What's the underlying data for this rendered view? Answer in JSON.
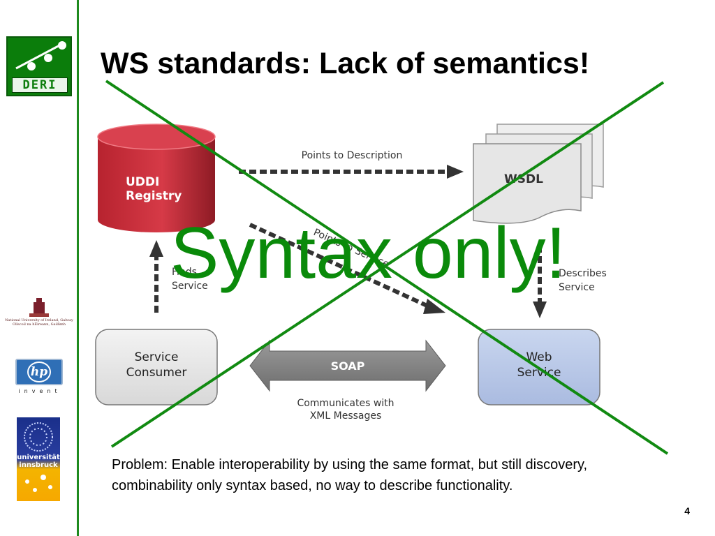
{
  "slide": {
    "title": "WS standards: Lack of semantics!",
    "overlay_text": "Syntax only!",
    "problem_text": "Problem: Enable interoperability by using the same format, but still discovery, combinability only syntax based, no way to describe functionality.",
    "page_number": "4"
  },
  "sidebar": {
    "deri_logo_text": "DERI",
    "nuig_text_1": "National University of Ireland, Galway",
    "nuig_text_2": "Ollscoil na hÉireann, Gaillimh",
    "hp_logo_text": "hp",
    "hp_tagline": "invent",
    "innsbruck_text_1": "universität",
    "innsbruck_text_2": "innsbruck"
  },
  "diagram": {
    "uddi_line1": "UDDI",
    "uddi_line2": "Registry",
    "wsdl_label": "WSDL",
    "consumer_line1": "Service",
    "consumer_line2": "Consumer",
    "webservice_line1": "Web",
    "webservice_line2": "Service",
    "soap_label": "SOAP",
    "points_to_description": "Points to Description",
    "finds_line1": "Finds",
    "finds_line2": "Service",
    "points_to_service": "Points to Service",
    "describes_line1": "Describes",
    "describes_line2": "Service",
    "communicates_line1": "Communicates with",
    "communicates_line2": "XML Messages"
  },
  "colors": {
    "accent_green": "#1e8a1e",
    "uddi_red": "#c8303e",
    "web_service_blue": "#b8c8e6",
    "consumer_gray": "#e4e4e4",
    "soap_gray": "#7d7d7d"
  }
}
